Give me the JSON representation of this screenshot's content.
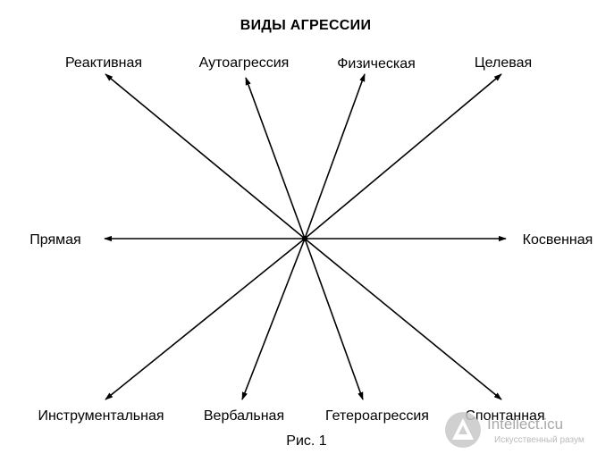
{
  "title": "ВИДЫ АГРЕССИИ",
  "caption": "Рис. 1",
  "labels": {
    "top": [
      "Реактивная",
      "Аутоагрессия",
      "Физическая",
      "Целевая"
    ],
    "left": "Прямая",
    "right": "Косвенная",
    "bottom": [
      "Инструментальная",
      "Вербальная",
      "Гетероагрессия",
      "Спонтанная"
    ]
  },
  "watermark": {
    "line1": "Intellect.icu",
    "line2": "Искусственный разум"
  },
  "colors": {
    "ink": "#000000",
    "watermark": "#a0a0a0"
  }
}
